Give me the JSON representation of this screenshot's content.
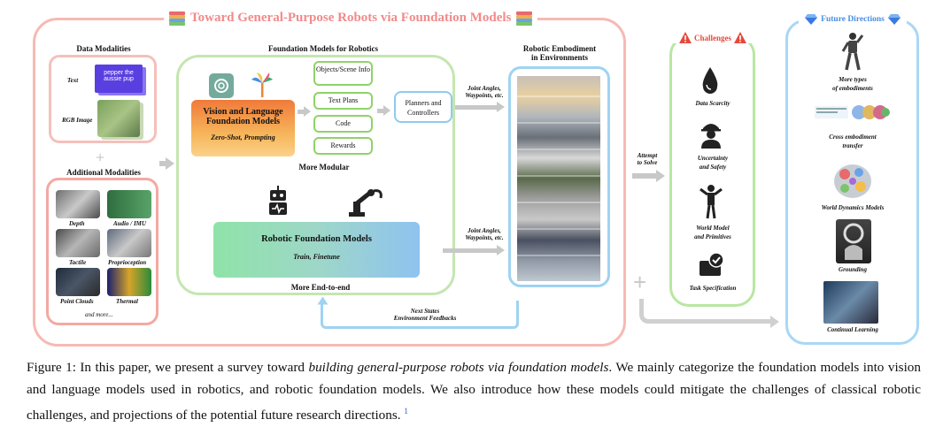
{
  "figure": {
    "title": "Toward General-Purpose Robots via Foundation Models",
    "sections": {
      "data_modalities": "Data Modalities",
      "additional_modalities": "Additional Modalities",
      "foundation_models": "Foundation Models for Robotics",
      "embodiment_line1": "Robotic Embodiment",
      "embodiment_line2": "in Environments",
      "challenges": "Challenges",
      "future_directions": "Future Directions"
    },
    "data_items": {
      "text_label": "Text",
      "text_sample_line1": "pepper the",
      "text_sample_line2": "aussie pup",
      "rgb_label": "RGB Image"
    },
    "additional_items": [
      "Depth",
      "Audio / IMU",
      "Tactile",
      "Proprioception",
      "Point Clouds",
      "Thermal"
    ],
    "and_more": "and more...",
    "vlfm": {
      "title_line1": "Vision and Language",
      "title_line2": "Foundation Models",
      "subtitle": "Zero-Shot, Prompting"
    },
    "outputs": [
      "Objects/Scene Info",
      "Text Plans",
      "Code",
      "Rewards"
    ],
    "planners": "Planners and Controllers",
    "more_modular": "More Modular",
    "rfm": {
      "title": "Robotic Foundation Models",
      "subtitle": "Train, Finetune"
    },
    "more_end_to_end": "More End-to-end",
    "joint_angles_1_line1": "Joint Angles,",
    "joint_angles_1_line2": "Waypoints, etc.",
    "joint_angles_2_line1": "Joint Angles,",
    "joint_angles_2_line2": "Waypoints, etc.",
    "feedback_line1": "Next States",
    "feedback_line2": "Environment Feedbacks",
    "attempt_line1": "Attempt",
    "attempt_line2": "to Solve",
    "challenges": [
      {
        "label": "Data Scarcity",
        "icon": "drop-icon"
      },
      {
        "label_line1": "Uncertainty",
        "label_line2": "and Safety",
        "icon": "worker-icon"
      },
      {
        "label_line1": "World Model",
        "label_line2": "and Primitives",
        "icon": "person-icon"
      },
      {
        "label": "Task Specification",
        "icon": "task-icon"
      }
    ],
    "future": [
      {
        "label_line1": "More types",
        "label_line2": "of embodiments"
      },
      {
        "label_line1": "Cross embodiment",
        "label_line2": "transfer"
      },
      {
        "label": "World Dynamics Models"
      },
      {
        "label": "Grounding"
      },
      {
        "label": "Continual Learning"
      }
    ],
    "colors": {
      "outer": "#f7b9b3",
      "foundation": "#c4e6b0",
      "embodiment": "#9fd3f2",
      "challenge": "#b8e7a2",
      "future": "#a8d8f5",
      "title": "#f28a8a",
      "challenge_title": "#e24a3b",
      "future_title": "#4a8ee0"
    }
  },
  "caption": {
    "prefix": "Figure 1: In this paper, we present a survey toward ",
    "emphasis": "building general-purpose robots via foundation models",
    "rest": ". We mainly categorize the foundation models into vision and language models used in robotics, and robotic foundation models. We also introduce how these models could mitigate the challenges of classical robotic challenges, and projections of the potential future research directions.",
    "footnote": "1"
  }
}
